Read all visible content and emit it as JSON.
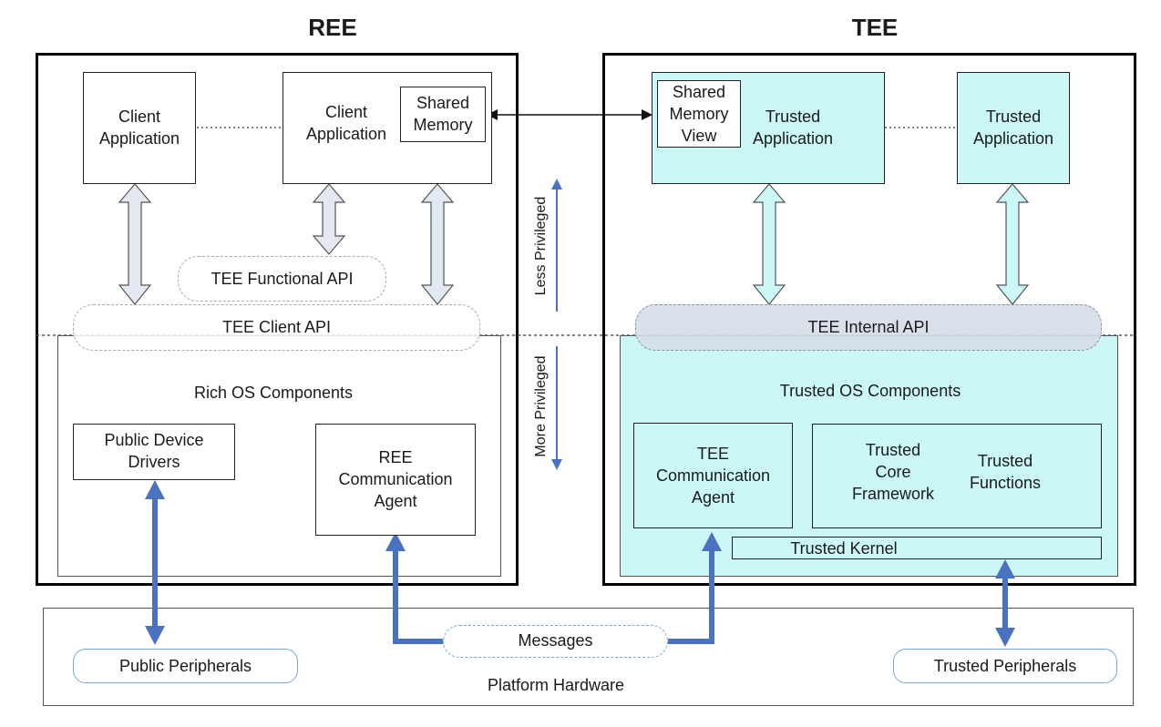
{
  "ree": {
    "title": "REE",
    "client_app_1": "Client\nApplication",
    "client_app_2": "Client\nApplication",
    "shared_memory": "Shared\nMemory",
    "functional_api": "TEE Functional API",
    "client_api": "TEE Client API",
    "rich_os": "Rich OS Components",
    "public_drivers": "Public Device\nDrivers",
    "comm_agent": "REE\nCommunication\nAgent"
  },
  "tee": {
    "title": "TEE",
    "shared_memory_view": "Shared\nMemory\nView",
    "trusted_app_1": "Trusted\nApplication",
    "trusted_app_2": "Trusted\nApplication",
    "internal_api": "TEE Internal API",
    "trusted_os": "Trusted OS Components",
    "comm_agent": "TEE\nCommunication\nAgent",
    "core_framework": "Trusted\nCore\nFramework",
    "trusted_functions": "Trusted\nFunctions",
    "trusted_kernel": "Trusted Kernel"
  },
  "privilege": {
    "less": "Less Privileged",
    "more": "More Privileged"
  },
  "hardware": {
    "label": "Platform Hardware",
    "messages": "Messages",
    "public_peripherals": "Public Peripherals",
    "trusted_peripherals": "Trusted Peripherals"
  },
  "colors": {
    "trusted_fill": "#ccf7f7",
    "arrow_blue": "#4a72c0",
    "api_gray": "#d6dde8"
  }
}
